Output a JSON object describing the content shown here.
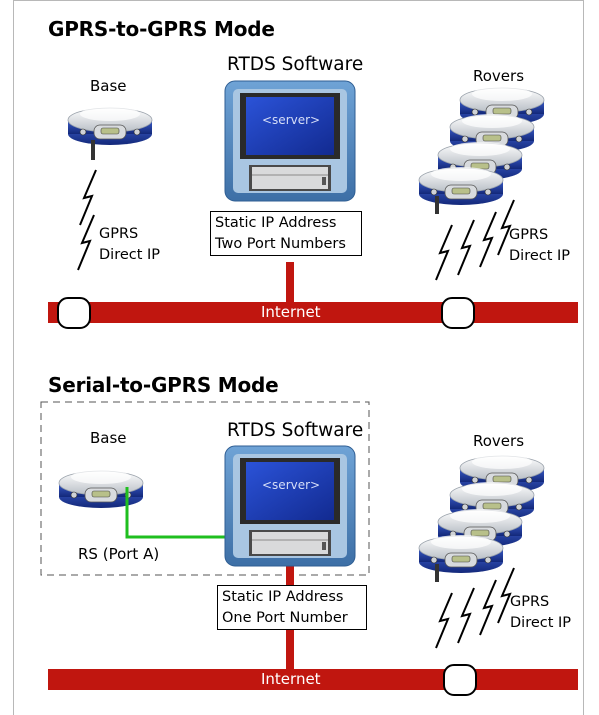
{
  "diagram": {
    "gprs_mode": {
      "title": "GPRS-to-GPRS Mode",
      "base_label": "Base",
      "software_label": "RTDS Software",
      "server_screen": "<server>",
      "rovers_label": "Rovers",
      "ip_box": [
        "Static IP Address",
        "Two Port Numbers"
      ],
      "base_link": [
        "GPRS",
        "Direct IP"
      ],
      "rover_link": [
        "GPRS",
        "Direct IP"
      ],
      "network_label": "Internet"
    },
    "serial_mode": {
      "title": "Serial-to-GPRS Mode",
      "base_label": "Base",
      "software_label": "RTDS Software",
      "server_screen": "<server>",
      "rovers_label": "Rovers",
      "serial_label": "RS (Port A)",
      "ip_box": [
        "Static IP Address",
        "One Port Number"
      ],
      "rover_link": [
        "GPRS",
        "Direct IP"
      ],
      "network_label": "Internet"
    },
    "colors": {
      "internet_bar": "#c0160f",
      "serial_cable": "#1fbf1f",
      "monitor_bezel": "#4d86bd",
      "screen_blue": "#1f3fbf",
      "receiver_blue": "#1e3d9a"
    }
  }
}
